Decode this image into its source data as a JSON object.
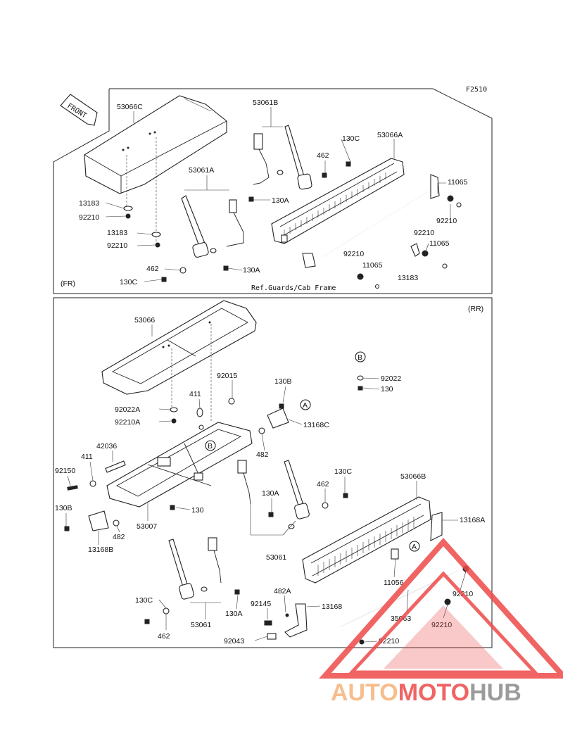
{
  "figure_code": "F2510",
  "front_arrow": "FRONT",
  "panel_top": {
    "tag": "(FR)",
    "note": "Ref.Guards/Cab Frame",
    "labels": [
      "53066C",
      "53061B",
      "130C",
      "53066A",
      "462",
      "11065",
      "53061A",
      "130A",
      "13183",
      "92210",
      "13183",
      "92210",
      "92210",
      "11065",
      "130A",
      "462",
      "130C",
      "92210",
      "11065",
      "13183",
      "92210"
    ]
  },
  "panel_bottom": {
    "tag": "(RR)",
    "labels": [
      "53066",
      "92015",
      "B",
      "92022",
      "130",
      "411",
      "130B",
      "A",
      "92022A",
      "92210A",
      "13168C",
      "B",
      "482",
      "42036",
      "411",
      "92150",
      "130C",
      "130A",
      "462",
      "53066B",
      "130B",
      "130",
      "53007",
      "482",
      "13168A",
      "13168B",
      "53061",
      "A",
      "11056",
      "92210",
      "130C",
      "130A",
      "53061",
      "92145",
      "482A",
      "13168",
      "35063",
      "92210",
      "462",
      "92043",
      "92210"
    ]
  },
  "watermark": {
    "part1": "AUTO",
    "part2": "MOTO",
    "part3": "HUB",
    "c1": "#f5b37a",
    "c2": "#ee4a4a",
    "c3": "#8a8a8a"
  }
}
